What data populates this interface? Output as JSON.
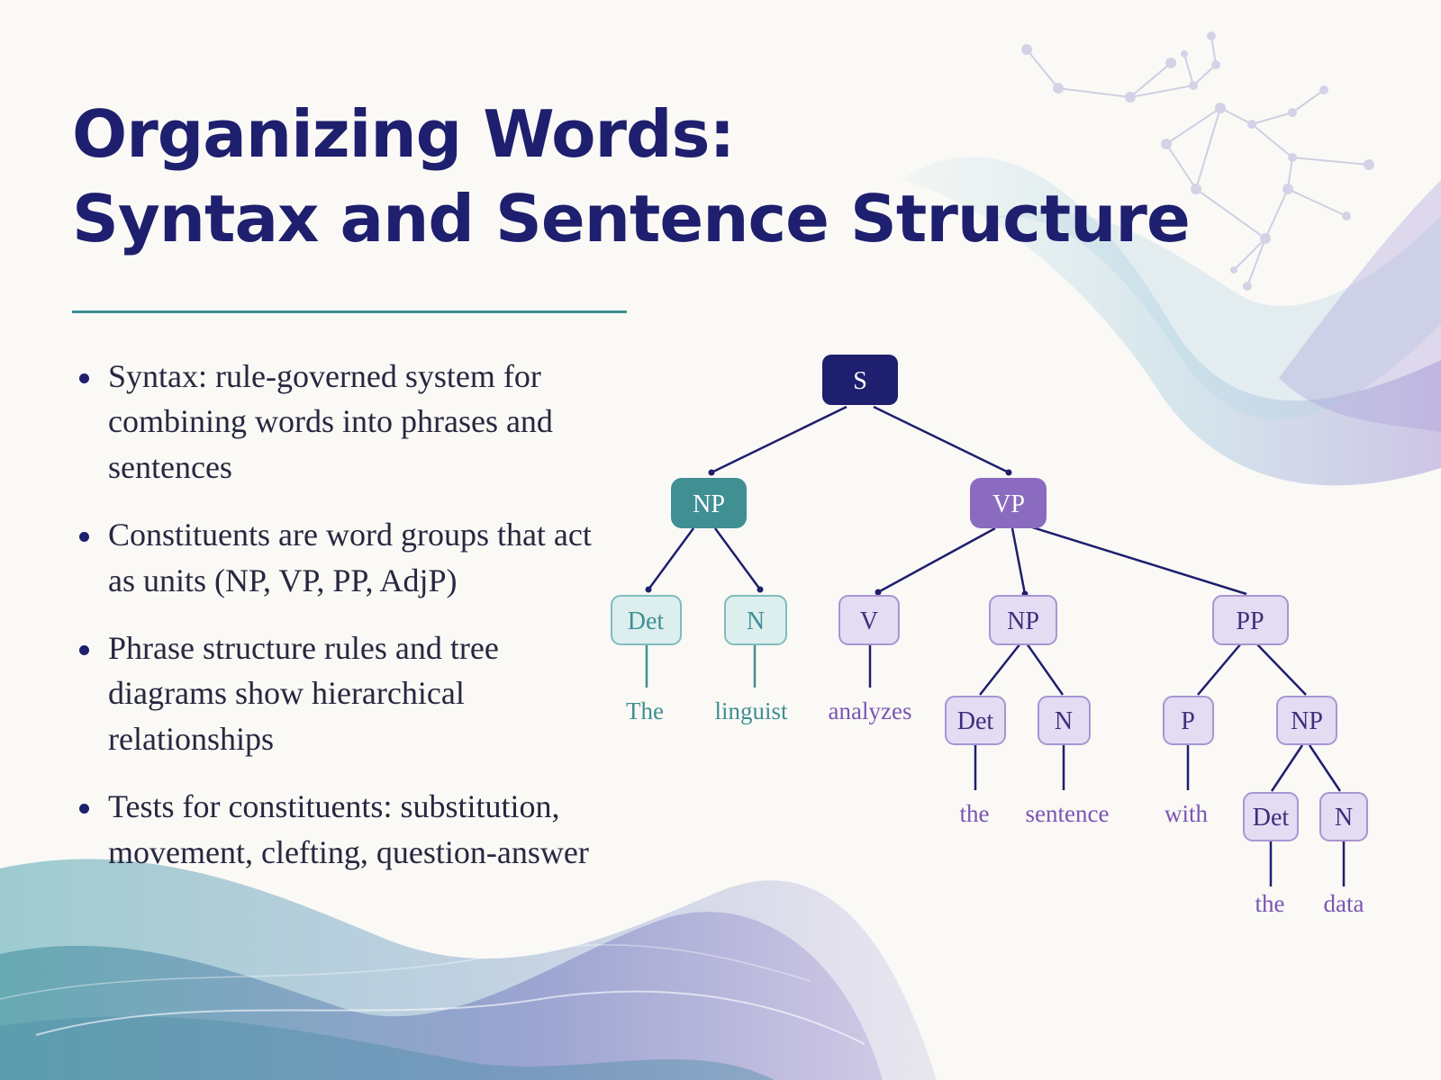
{
  "slide": {
    "title_line1": "Organizing Words:",
    "title_line2": "Syntax and Sentence Structure",
    "bullets": [
      "Syntax: rule-governed system for combining words into phrases and sentences",
      "Constituents are word groups that act as units (NP, VP, PP, AdjP)",
      "Phrase structure rules and tree diagrams show hierarchical relationships",
      "Tests for constituents: substitution, movement, clefting, question-answer"
    ]
  },
  "colors": {
    "title": "#1e1f6e",
    "accent_teal": "#3f8f93",
    "accent_purple": "#8a6bbf",
    "root_fill": "#1e1f6e",
    "teal_light_fill": "#dcefee",
    "purple_light_fill": "#e3dcf3",
    "word_teal": "#3f8f93",
    "word_purple": "#7b55b3"
  },
  "tree": {
    "nodes": {
      "s": "S",
      "np1": "NP",
      "vp": "VP",
      "det1": "Det",
      "n1": "N",
      "v": "V",
      "np2": "NP",
      "pp": "PP",
      "det2": "Det",
      "n2": "N",
      "p": "P",
      "np3": "NP",
      "det3": "Det",
      "n3": "N"
    },
    "words": {
      "w_the1": "The",
      "w_linguist": "linguist",
      "w_analyzes": "analyzes",
      "w_the2": "the",
      "w_sentence": "sentence",
      "w_with": "with",
      "w_the3": "the",
      "w_data": "data"
    }
  }
}
